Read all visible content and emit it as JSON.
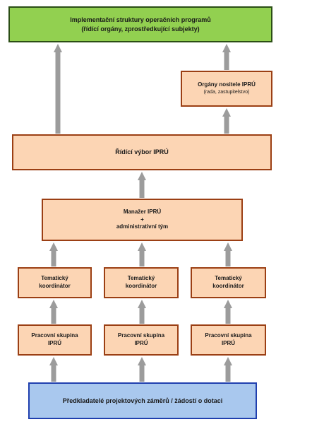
{
  "nodes": {
    "implementation": {
      "line1": "Implementační struktury operačních programů",
      "line2": "(řídící orgány, zprostředkující subjekty)"
    },
    "owner": {
      "line1": "Orgány nositele IPRÚ",
      "line2": "(rada, zastupitelstvo)"
    },
    "committee": {
      "label": "Řídící výbor IPRÚ"
    },
    "manager": {
      "line1": "Manažer IPRÚ",
      "line2": "+",
      "line3": "administrativní tým"
    },
    "coordinators": [
      {
        "line1": "Tematický",
        "line2": "koordinátor"
      },
      {
        "line1": "Tematický",
        "line2": "koordinátor"
      },
      {
        "line1": "Tematický",
        "line2": "koordinátor"
      }
    ],
    "workgroups": [
      {
        "line1": "Pracovní skupina",
        "line2": "IPRÚ"
      },
      {
        "line1": "Pracovní skupina",
        "line2": "IPRÚ"
      },
      {
        "line1": "Pracovní skupina",
        "line2": "IPRÚ"
      }
    ],
    "submitters": {
      "label": "Předkladatelé projektových záměrů / žádostí o dotaci"
    }
  },
  "colors": {
    "orange_fill": "#fcd5b4",
    "orange_border": "#9b3f14",
    "green_fill": "#92d050",
    "green_border": "#2b4e15",
    "blue_fill": "#a9c8ee",
    "blue_border": "#1f3fae",
    "arrow": "#9c9c9c"
  }
}
